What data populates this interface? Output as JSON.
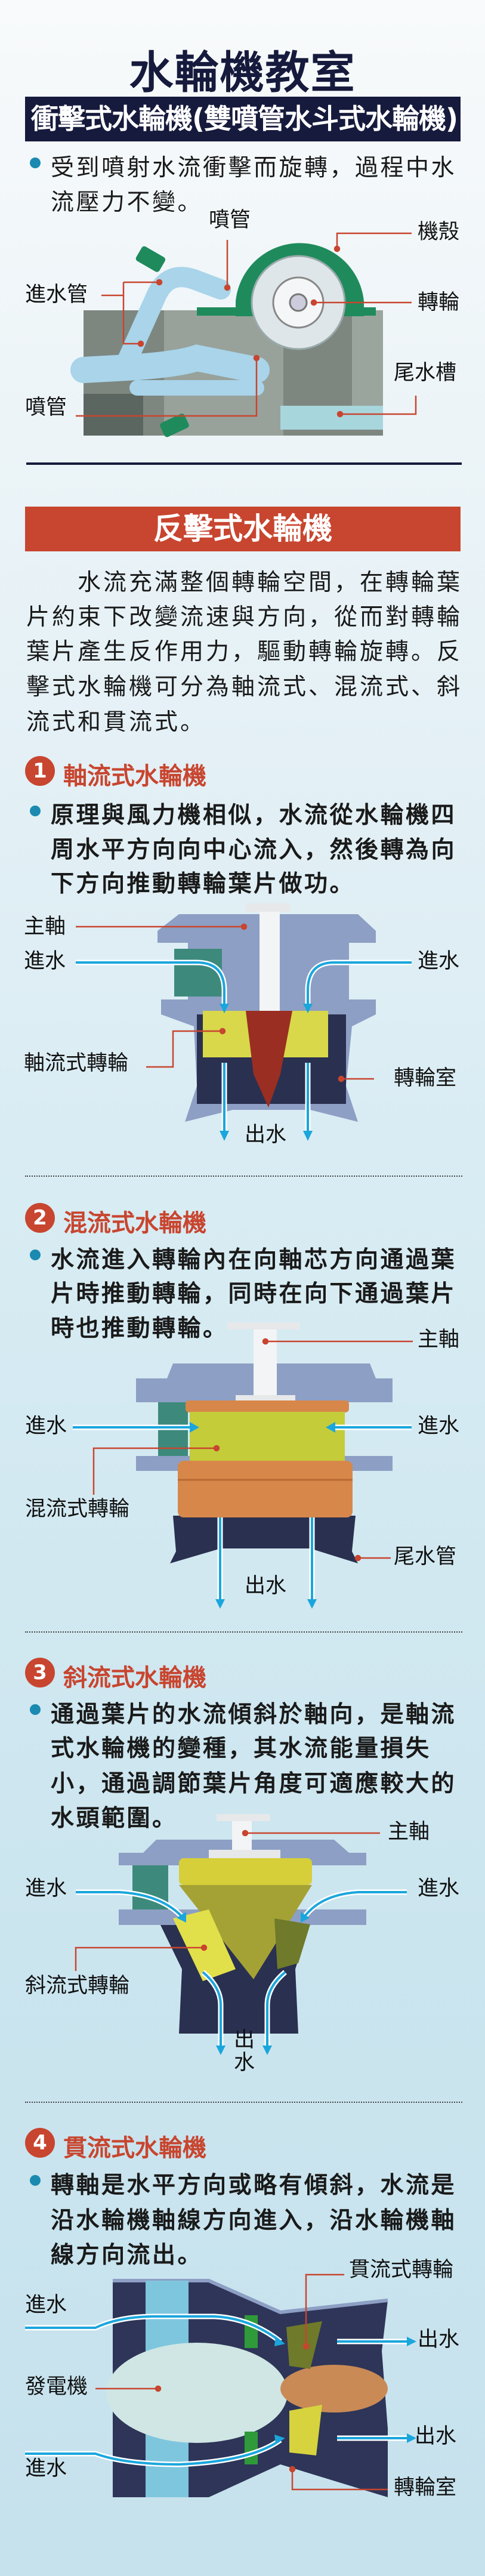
{
  "title": "水輪機教室",
  "impulse": {
    "header": "衝擊式水輪機(雙噴管水斗式水輪機)",
    "bullet_lines": [
      "受到噴射水流衝擊而旋轉，過程中水",
      "流壓力不變。"
    ],
    "labels": {
      "nozzle_top": "噴管",
      "casing": "機殼",
      "inlet_pipe": "進水管",
      "runner": "轉輪",
      "tailrace": "尾水槽",
      "nozzle_bottom": "噴管"
    }
  },
  "reaction": {
    "header": "反擊式水輪機",
    "paragraph_lines": [
      "水流充滿整個轉輪空間，在轉輪葉",
      "片約束下改變流速與方向，從而對轉輪",
      "葉片產生反作用力，驅動轉輪旋轉。反",
      "擊式水輪機可分為軸流式、混流式、斜",
      "流式和貫流式。"
    ]
  },
  "types": [
    {
      "number": "1",
      "title": "軸流式水輪機",
      "bullet_lines": [
        "原理與風力機相似，水流從水輪機四",
        "周水平方向向中心流入，然後轉為向",
        "下方向推動轉輪葉片做功。"
      ],
      "labels": {
        "shaft": "主軸",
        "inlet_left": "進水",
        "inlet_right": "進水",
        "runner": "軸流式轉輪",
        "chamber": "轉輪室",
        "outlet": "出水"
      }
    },
    {
      "number": "2",
      "title": "混流式水輪機",
      "bullet_lines": [
        "水流進入轉輪內在向軸芯方向通過葉",
        "片時推動轉輪，同時在向下通過葉片",
        "時也推動轉輪。"
      ],
      "labels": {
        "shaft": "主軸",
        "inlet_left": "進水",
        "inlet_right": "進水",
        "runner": "混流式轉輪",
        "draft_tube": "尾水管",
        "outlet": "出水"
      }
    },
    {
      "number": "3",
      "title": "斜流式水輪機",
      "bullet_lines": [
        "通過葉片的水流傾斜於軸向，是軸流",
        "式水輪機的變種，其水流能量損失",
        "小，通過調節葉片角度可適應較大的",
        "水頭範圍。"
      ],
      "labels": {
        "shaft": "主軸",
        "inlet_left": "進水",
        "inlet_right": "進水",
        "runner": "斜流式轉輪",
        "outlet_1": "出",
        "outlet_2": "水"
      }
    },
    {
      "number": "4",
      "title": "貫流式水輪機",
      "bullet_lines": [
        "轉軸是水平方向或略有傾斜，水流是",
        "沿水輪機軸線方向進入，沿水輪機軸",
        "線方向流出。"
      ],
      "labels": {
        "runner": "貫流式轉輪",
        "inlet_top": "進水",
        "outlet_top": "出水",
        "generator": "發電機",
        "outlet_bottom": "出水",
        "inlet_bottom": "進水",
        "chamber": "轉輪室"
      }
    }
  ],
  "colors": {
    "navy": "#161a3c",
    "red": "#c8452f",
    "bullet": "#1a8ab0",
    "flow_arrow": "#1aa6dd"
  }
}
